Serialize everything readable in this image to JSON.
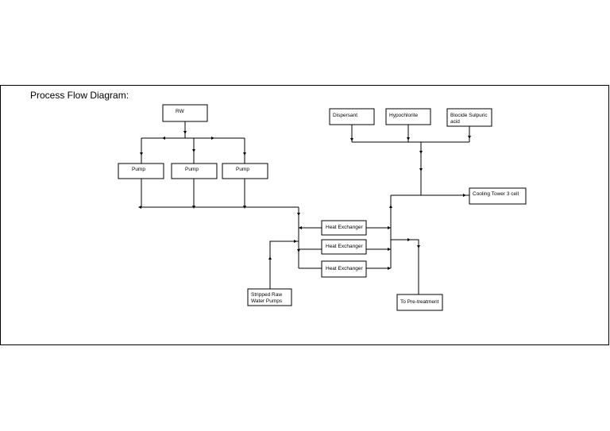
{
  "title": "Process Flow Diagram:",
  "nodes": {
    "rw": "RW",
    "pump_1": "Pump",
    "pump_2": "Pump",
    "pump_3": "Pump",
    "dispersant": "Dispersant",
    "hypochlorite": "Hypochlorite",
    "biocide_line1": "Biocide Sulpuric",
    "biocide_line2": "acid",
    "cooling_tower": "Cooling Tower 3 cell",
    "heat_exchanger_1": "Heat Exchanger",
    "heat_exchanger_2": "Heat Exchanger",
    "heat_exchanger_3": "Heat Exchanger",
    "stripped_line1": "Stripped Raw",
    "stripped_line2": "Water Pumps",
    "pretreatment": "To Pre-treatment"
  }
}
